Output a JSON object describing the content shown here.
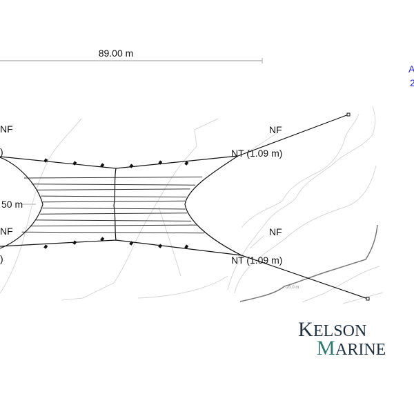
{
  "dimension": {
    "top_length": "89.00 m",
    "left_partial": "50 m"
  },
  "side_text": {
    "line1": "A",
    "line2": "2"
  },
  "labels": {
    "left_nf_top": "NF",
    "left_nt_top": ")",
    "left_nf_bottom": "NF",
    "left_nt_bottom": ")",
    "right_nf_top": "NF",
    "right_nt_top": "NT (1.09 m)",
    "right_nf_bottom": "NF",
    "right_nt_bottom": "NT (1.09 m)"
  },
  "contour_label": "-20.0 m",
  "logo": {
    "line1_initial": "K",
    "line1_rest": "ELSON",
    "line2_initial": "M",
    "line2_rest": "ARINE"
  },
  "colors": {
    "logo_dark": "#1f3140",
    "logo_teal": "#2a7a6e",
    "side_text": "#1a1aff"
  }
}
